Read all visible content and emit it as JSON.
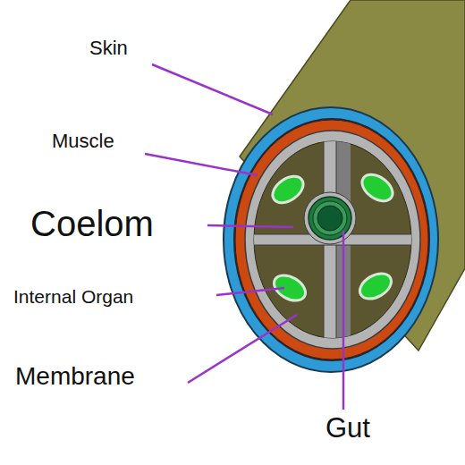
{
  "diagram": {
    "labels": [
      "Skin",
      "Muscle",
      "Coelom",
      "Internal Organ",
      "Membrane",
      "Gut"
    ]
  }
}
